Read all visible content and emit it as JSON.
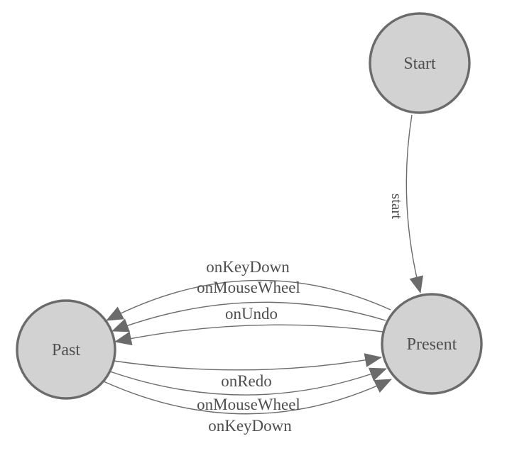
{
  "diagram": {
    "type": "finite-state-machine",
    "nodes": [
      {
        "id": "start",
        "label": "Start"
      },
      {
        "id": "present",
        "label": "Present"
      },
      {
        "id": "past",
        "label": "Past"
      }
    ],
    "edges": [
      {
        "from": "start",
        "to": "present",
        "label": "start"
      },
      {
        "from": "present",
        "to": "past",
        "label": "onKeyDown"
      },
      {
        "from": "present",
        "to": "past",
        "label": "onMouseWheel"
      },
      {
        "from": "present",
        "to": "past",
        "label": "onUndo"
      },
      {
        "from": "past",
        "to": "present",
        "label": "onRedo"
      },
      {
        "from": "past",
        "to": "present",
        "label": "onMouseWheel"
      },
      {
        "from": "past",
        "to": "present",
        "label": "onKeyDown"
      }
    ]
  },
  "colors": {
    "background": "#ffffff",
    "node_fill": "#d2d2d2",
    "node_stroke": "#6b6b6b",
    "edge_stroke": "#6b6b6b",
    "arrow_fill": "#6b6b6b",
    "text": "#4f4f4f"
  }
}
